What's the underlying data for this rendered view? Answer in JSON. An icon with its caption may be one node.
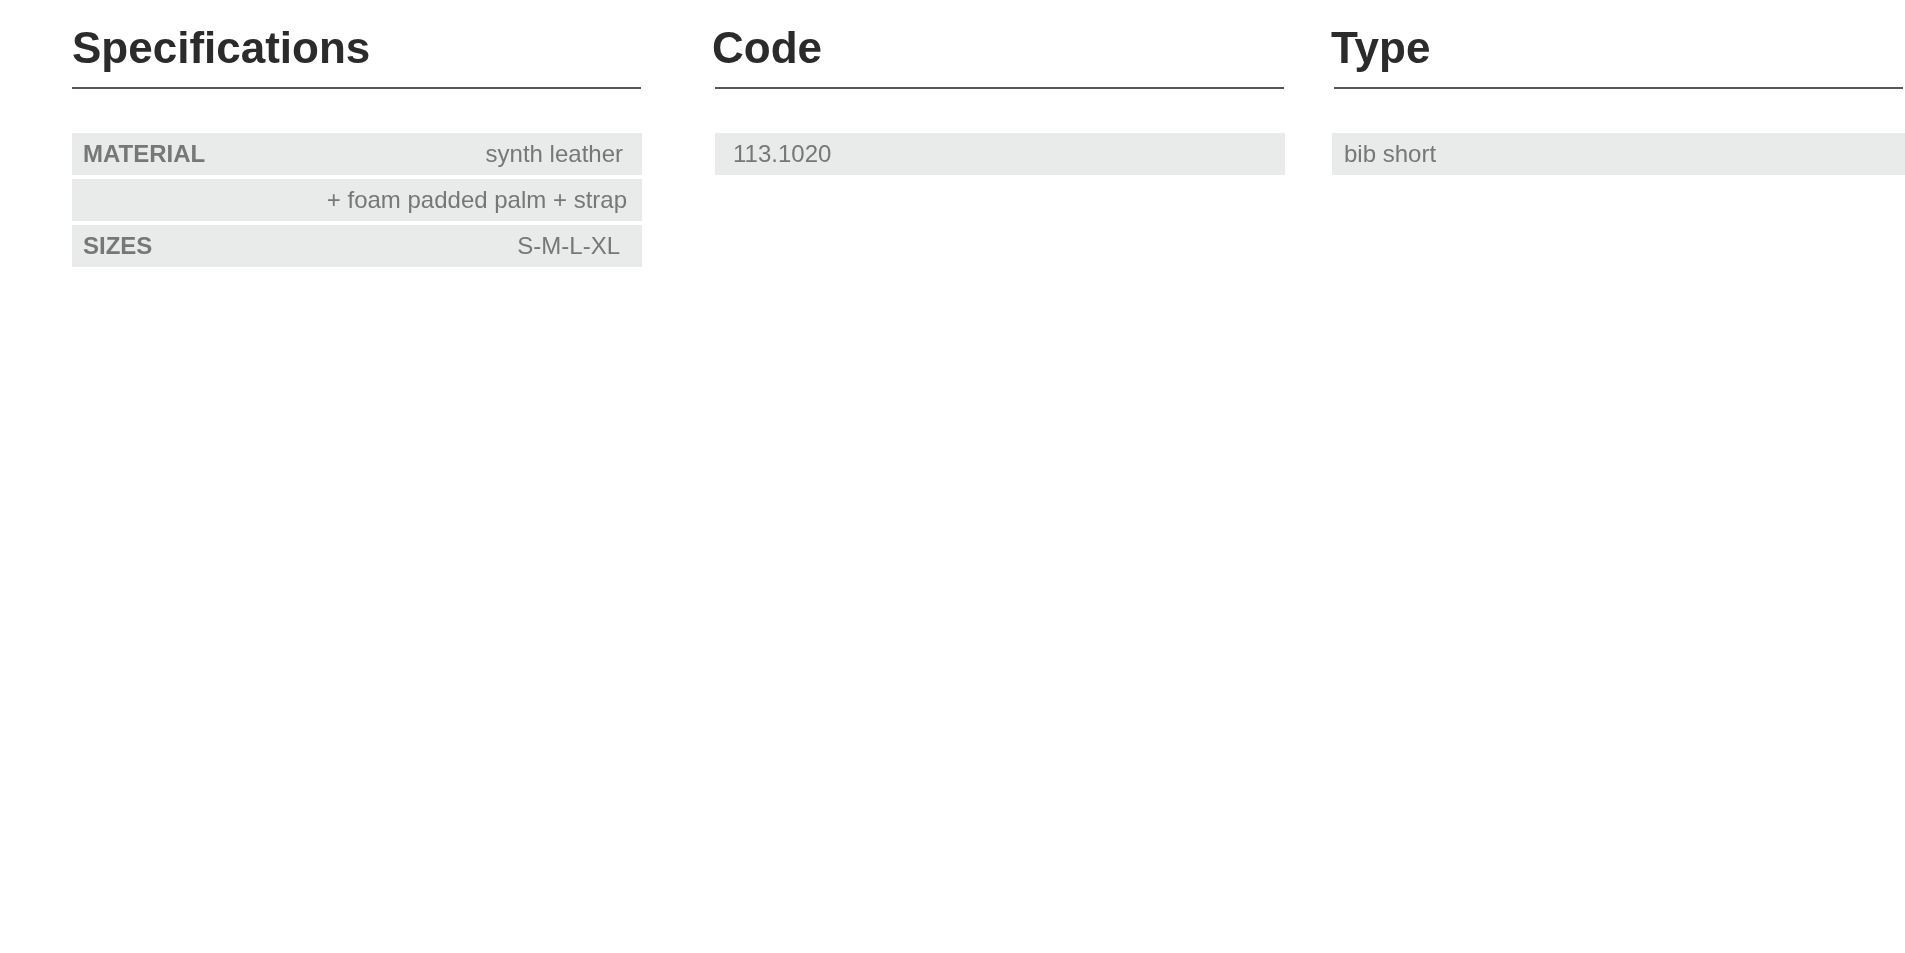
{
  "diagram": {
    "labels": [
      "Specifications",
      "Code",
      "Type",
      "MATERIAL",
      "synth leather",
      "+ foam padded palm + strap",
      "SIZES",
      "S-M-L-XL",
      "113.1020",
      "bib short"
    ]
  }
}
